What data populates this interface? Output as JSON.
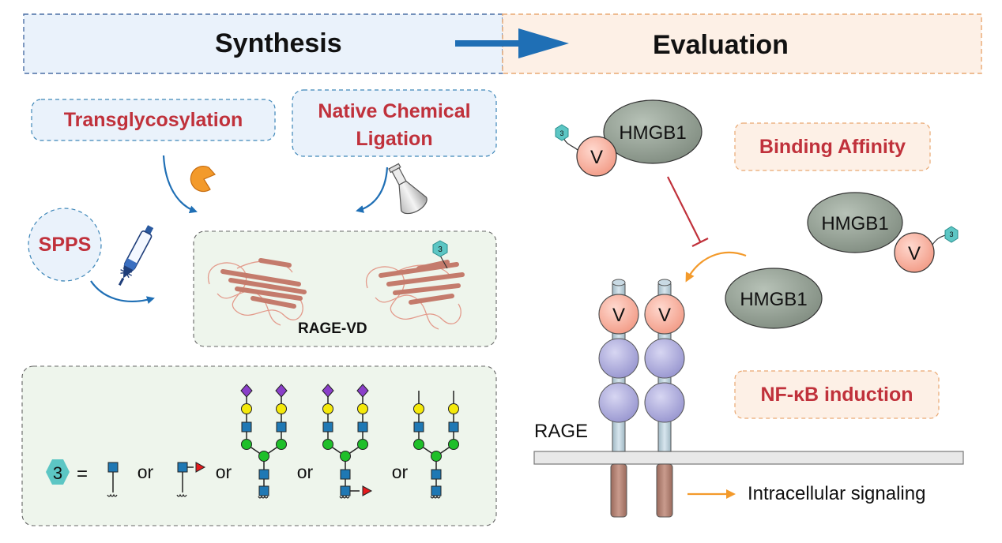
{
  "header": {
    "synthesis": "Synthesis",
    "evaluation": "Evaluation"
  },
  "methods": {
    "transglycosylation": "Transglycosylation",
    "ncl_line1": "Native Chemical",
    "ncl_line2": "Ligation",
    "spps": "SPPS"
  },
  "protein_label": "RAGE-VD",
  "glycan_badge": "3",
  "glycan_legend": {
    "equals": "=",
    "or": "or"
  },
  "evaluation": {
    "hmgb1": "HMGB1",
    "v_domain": "V",
    "binding_affinity": "Binding Affinity",
    "nfkb": "NF-κB induction",
    "rage": "RAGE",
    "intracellular": "Intracellular signaling"
  },
  "colors": {
    "synthesis_bg": "#eaf2fb",
    "evaluation_bg": "#fdf0e6",
    "arrow_blue": "#1f6fb5",
    "accent_red": "#c0313b",
    "glcnac_blue": "#1f78b4",
    "mannose_green": "#1fbf2a",
    "galactose_yellow": "#f4e90a",
    "sialic_purple": "#8a3fc9",
    "fucose_red": "#e41a1c",
    "v_domain": "#f7b5a6",
    "hmgb1": "#8f9b8f",
    "ig_domain": "#a9a7d8",
    "orange_arrow": "#f39a2b"
  }
}
